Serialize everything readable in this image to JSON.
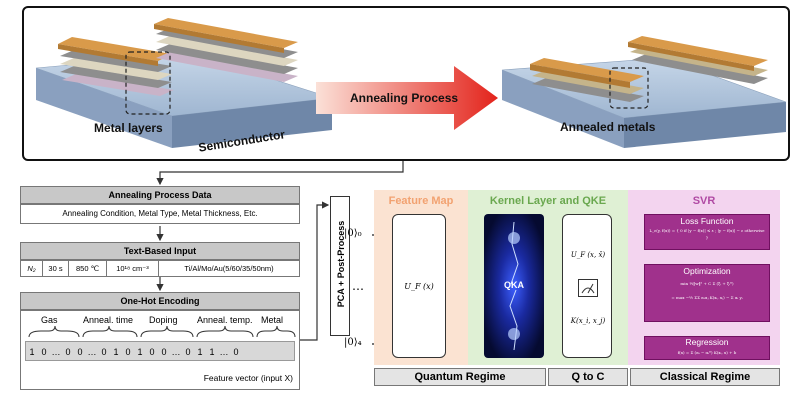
{
  "top": {
    "metal_layers": "Metal layers",
    "semiconductor": "Semiconductor",
    "annealing_process": "Annealing Process",
    "annealed_metals": "Annealed metals"
  },
  "left": {
    "data_header": "Annealing Process Data",
    "data_body": "Annealing Condition, Metal Type, Metal Thickness, Etc.",
    "text_header": "Text-Based Input",
    "text_cells": [
      "N₂",
      "30 s",
      "850 ℃",
      "10¹⁸ cm⁻³",
      "Ti/Al/Mo/Au(5/60/35/50nm)"
    ],
    "onehot_header": "One-Hot Encoding",
    "groups": [
      "Gas",
      "Anneal. time",
      "Doping",
      "Anneal. temp.",
      "Metal"
    ],
    "bits": [
      "1",
      "0",
      "…",
      "0",
      "0",
      "…",
      "0",
      "1",
      "0",
      "1",
      "0",
      "0",
      "…",
      "0",
      "1",
      "1",
      "…",
      "0"
    ],
    "feature_vector": "Feature vector (input X)"
  },
  "pca": "PCA + Post-Process",
  "qubits": {
    "q0": "|0⟩₀",
    "dots": "⋯",
    "q4": "|0⟩₄"
  },
  "sections": {
    "feature_map": "Feature Map",
    "kernel": "Kernel Layer and QKE",
    "svr": "SVR"
  },
  "gates": {
    "uf": "U_F (x)",
    "qka": "QKA",
    "ufx": "U_F (x, x̄)",
    "kernel_out": "K(x_i, x_j)"
  },
  "svr": {
    "loss": "Loss Function",
    "loss_eq": "L_ε(y, f(x)) = { 0 if |y − f(x)| ≤ ε ; |y − f(x)| − ε otherwise }",
    "opt": "Optimization",
    "opt_eq1": "min ½‖w‖² + C Σ (ξᵢ + ξᵢ*)",
    "opt_eq2": "= max −½ ΣΣ αᵢαⱼ K(xᵢ, xⱼ) − Σ αᵢ yᵢ",
    "reg": "Regression",
    "reg_eq": "f(x) = Σ (αᵢ − αᵢ*) K(xᵢ, x) + b"
  },
  "regimes": [
    "Quantum Regime",
    "Q to C",
    "Classical Regime"
  ],
  "colors": {
    "feature_map": "#fbe3d2",
    "kernel": "#dff0d4",
    "svr": "#f3d4ef",
    "feature_map_text": "#f2a271",
    "kernel_text": "#6aa84f",
    "svr_text": "#b04aa4",
    "purple": "#a0318c",
    "copper": "#d99a4a"
  }
}
